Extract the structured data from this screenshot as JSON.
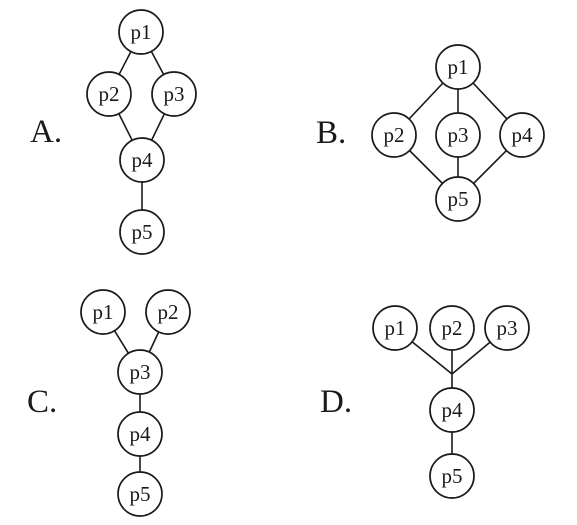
{
  "options": [
    {
      "label": "A.",
      "nodes": [
        "p1",
        "p2",
        "p3",
        "p4",
        "p5"
      ],
      "edges": [
        [
          "p1",
          "p2"
        ],
        [
          "p1",
          "p3"
        ],
        [
          "p2",
          "p4"
        ],
        [
          "p3",
          "p4"
        ],
        [
          "p4",
          "p5"
        ]
      ]
    },
    {
      "label": "B.",
      "nodes": [
        "p1",
        "p2",
        "p3",
        "p4",
        "p5"
      ],
      "edges": [
        [
          "p1",
          "p2"
        ],
        [
          "p1",
          "p3"
        ],
        [
          "p1",
          "p4"
        ],
        [
          "p2",
          "p5"
        ],
        [
          "p3",
          "p5"
        ],
        [
          "p4",
          "p5"
        ]
      ]
    },
    {
      "label": "C.",
      "nodes": [
        "p1",
        "p2",
        "p3",
        "p4",
        "p5"
      ],
      "edges": [
        [
          "p1",
          "p3"
        ],
        [
          "p2",
          "p3"
        ],
        [
          "p3",
          "p4"
        ],
        [
          "p4",
          "p5"
        ]
      ]
    },
    {
      "label": "D.",
      "nodes": [
        "p1",
        "p2",
        "p3",
        "p4",
        "p5"
      ],
      "edges": [
        [
          "p1",
          "p4"
        ],
        [
          "p2",
          "p4"
        ],
        [
          "p3",
          "p4"
        ],
        [
          "p4",
          "p5"
        ]
      ]
    }
  ]
}
